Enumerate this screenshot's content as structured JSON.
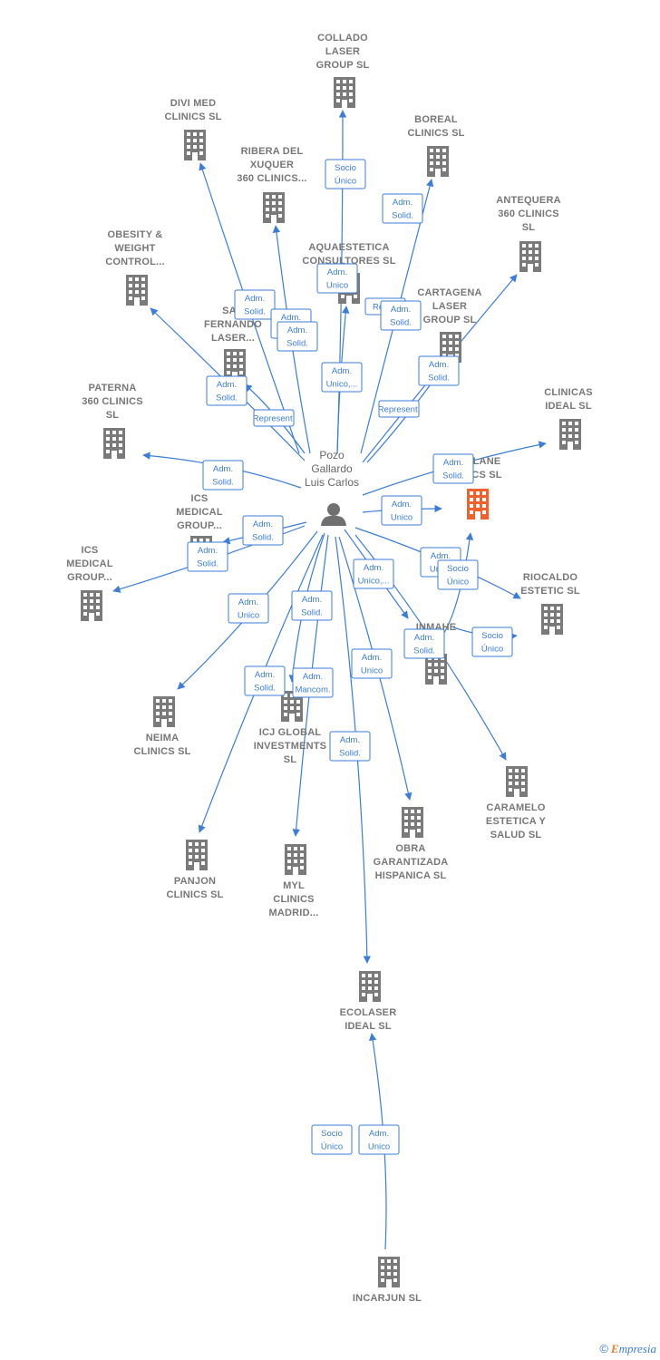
{
  "person": {
    "lines": [
      "Pozo",
      "Gallardo",
      "Luis Carlos"
    ]
  },
  "colors": {
    "edge": "#3b7dd8",
    "building": "#7a7a7a",
    "focus_building": "#f0622d",
    "label": "#777777"
  },
  "companies": [
    {
      "id": "collado",
      "lines": [
        "COLLADO",
        "LASER",
        "GROUP  SL"
      ]
    },
    {
      "id": "divimed",
      "lines": [
        "DIVI MED",
        "CLINICS  SL"
      ]
    },
    {
      "id": "boreal",
      "lines": [
        "BOREAL",
        "CLINICS  SL"
      ]
    },
    {
      "id": "ribera",
      "lines": [
        "RIBERA DEL",
        "XUQUER",
        "360 CLINICS..."
      ]
    },
    {
      "id": "antequera",
      "lines": [
        "ANTEQUERA",
        "360 CLINICS",
        "SL"
      ]
    },
    {
      "id": "obesity",
      "lines": [
        "OBESITY &",
        "WEIGHT",
        "CONTROL..."
      ]
    },
    {
      "id": "aquaestetica",
      "lines": [
        "AQUAESTETICA",
        "CONSULTORES SL"
      ]
    },
    {
      "id": "cartagena",
      "lines": [
        "CARTAGENA",
        "LASER",
        "GROUP  SL"
      ]
    },
    {
      "id": "sanfernando",
      "lines": [
        "SAN",
        "FERNANDO",
        "LASER..."
      ]
    },
    {
      "id": "paterna",
      "lines": [
        "PATERNA",
        "360 CLINICS",
        "SL"
      ]
    },
    {
      "id": "clinicasideal",
      "lines": [
        "CLINICAS",
        "IDEAL  SL"
      ]
    },
    {
      "id": "focus",
      "lines": [
        "LANE",
        "CS  SL"
      ]
    },
    {
      "id": "icsmedical1",
      "lines": [
        "ICS",
        "MEDICAL",
        "GROUP..."
      ]
    },
    {
      "id": "icsmedical2",
      "lines": [
        "ICS",
        "MEDICAL",
        "GROUP..."
      ]
    },
    {
      "id": "riocaldo",
      "lines": [
        "RIOCALDO",
        "ESTETIC  SL"
      ]
    },
    {
      "id": "inmahe",
      "lines": [
        "INMAHE",
        "SL"
      ]
    },
    {
      "id": "neima",
      "lines": [
        "NEIMA",
        "CLINICS  SL"
      ]
    },
    {
      "id": "icjglobal",
      "lines": [
        "ICJ GLOBAL",
        "INVESTMENTS",
        "SL"
      ]
    },
    {
      "id": "caramelo",
      "lines": [
        "CARAMELO",
        "ESTETICA Y",
        "SALUD  SL"
      ]
    },
    {
      "id": "panjon",
      "lines": [
        "PANJON",
        "CLINICS  SL"
      ]
    },
    {
      "id": "myl",
      "lines": [
        "MYL",
        "CLINICS",
        "MADRID..."
      ]
    },
    {
      "id": "obra",
      "lines": [
        "OBRA",
        "GARANTIZADA",
        "HISPANICA  SL"
      ]
    },
    {
      "id": "ecolaser",
      "lines": [
        "ECOLASER",
        "IDEAL  SL"
      ]
    },
    {
      "id": "incarjun",
      "lines": [
        "INCARJUN  SL"
      ]
    }
  ],
  "relations": [
    {
      "lines": [
        "Socio",
        "Único"
      ]
    },
    {
      "lines": [
        "Adm.",
        "Solid."
      ]
    },
    {
      "lines": [
        "Adm.",
        "Unico"
      ]
    },
    {
      "lines": [
        "Adm.",
        "Solid."
      ]
    },
    {
      "lines": [
        "Adm.",
        "Unico"
      ]
    },
    {
      "lines": [
        "Repr..."
      ]
    },
    {
      "lines": [
        "Adm.",
        "Solid."
      ]
    },
    {
      "lines": [
        "Adm.",
        "Solid."
      ]
    },
    {
      "lines": [
        "Adm.",
        "Solid."
      ]
    },
    {
      "lines": [
        "Adm.",
        "Unico,..."
      ]
    },
    {
      "lines": [
        "Represent."
      ]
    },
    {
      "lines": [
        "Represent."
      ]
    },
    {
      "lines": [
        "Adm.",
        "Solid."
      ]
    },
    {
      "lines": [
        "Adm.",
        "Solid."
      ]
    },
    {
      "lines": [
        "Adm.",
        "Solid."
      ]
    },
    {
      "lines": [
        "Adm.",
        "Unico"
      ]
    },
    {
      "lines": [
        "Adm.",
        "Solid."
      ]
    },
    {
      "lines": [
        "Adm.",
        "Solid."
      ]
    },
    {
      "lines": [
        "Adm.",
        "Unico"
      ]
    },
    {
      "lines": [
        "Adm.",
        "Unico,..."
      ]
    },
    {
      "lines": [
        "Adm.",
        "Unico"
      ]
    },
    {
      "lines": [
        "Socio",
        "Único"
      ]
    },
    {
      "lines": [
        "Adm.",
        "Solid."
      ]
    },
    {
      "lines": [
        "Socio",
        "Único"
      ]
    },
    {
      "lines": [
        "Adm.",
        "Solid."
      ]
    },
    {
      "lines": [
        "Adm.",
        "Unico"
      ]
    },
    {
      "lines": [
        "Adm.",
        "Solid."
      ]
    },
    {
      "lines": [
        "Adm.",
        "Mancom."
      ]
    },
    {
      "lines": [
        "Adm.",
        "Solid."
      ]
    },
    {
      "lines": [
        "Adm.",
        "Unico"
      ]
    },
    {
      "lines": [
        "Socio",
        "Único"
      ]
    }
  ],
  "footer": {
    "copyright": "©",
    "brand_first": "E",
    "brand_rest": "mpresia"
  }
}
